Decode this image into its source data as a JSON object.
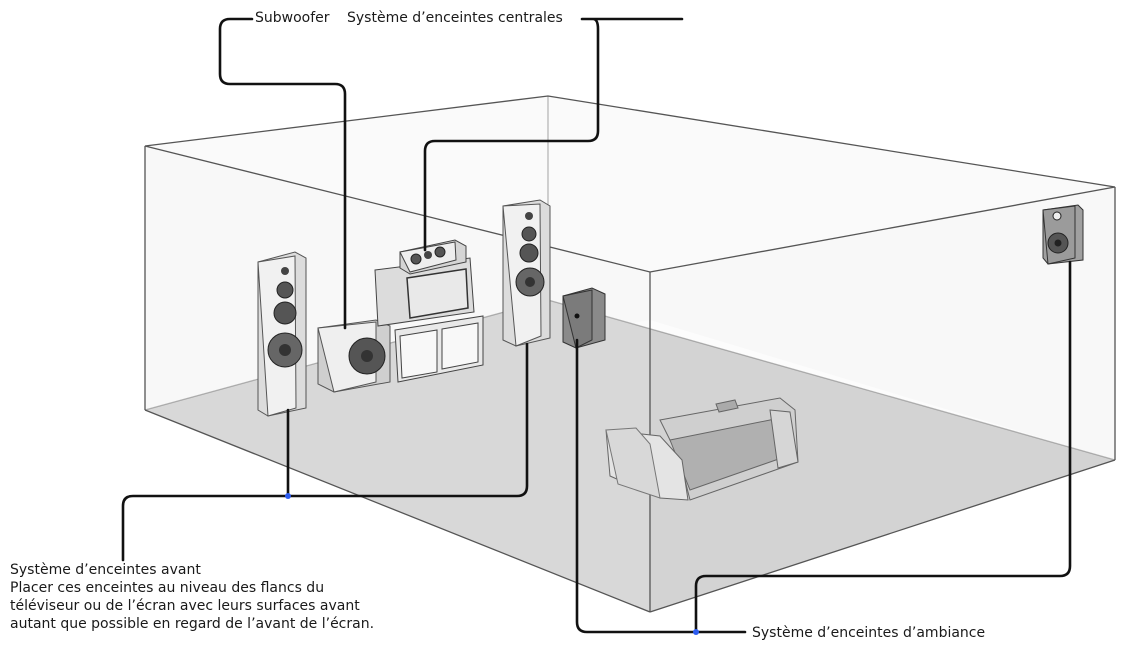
{
  "labels": {
    "subwoofer": "Subwoofer",
    "center": "Système d’enceintes centrales",
    "front_title": "Système d’enceintes avant",
    "front_note": "Placer ces enceintes au niveau des flancs du\ntéléviseur ou de l’écran avec leurs surfaces avant\nautant que possible en regard de l’avant de l’écran.",
    "surround": "Système d’enceintes d’ambiance"
  },
  "colors": {
    "line": "#111111",
    "floor": "#c9c9c9",
    "room_edge": "#555555",
    "speaker_body": "#eeeeee",
    "speaker_dark": "#6f6f6f"
  }
}
